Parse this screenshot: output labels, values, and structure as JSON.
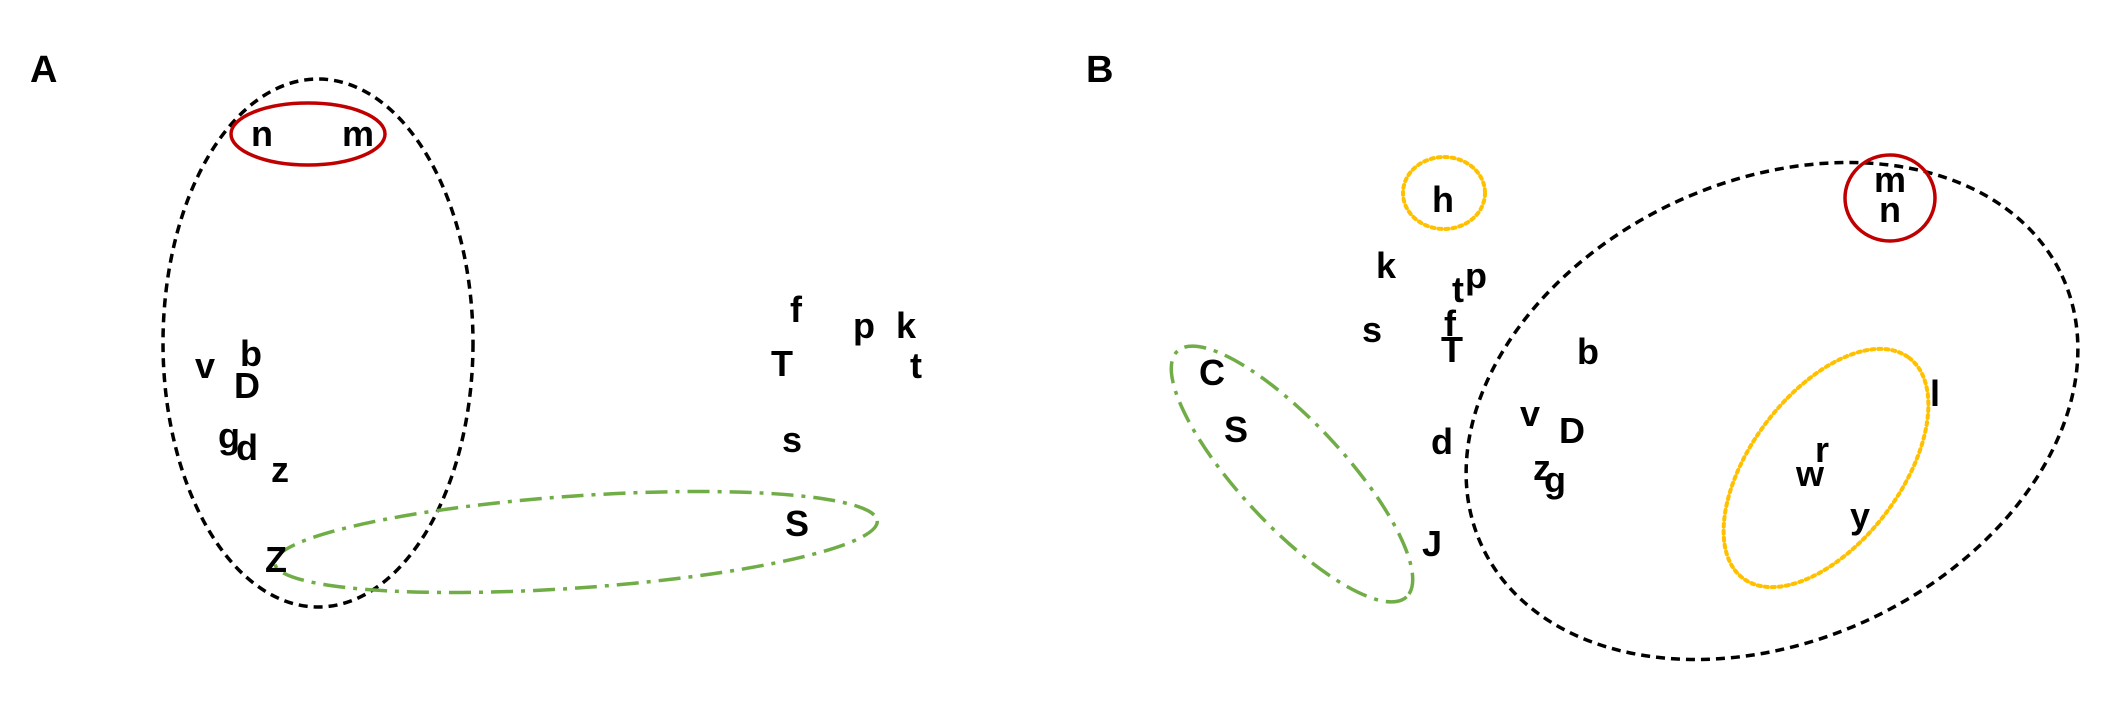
{
  "panels": [
    {
      "label": "A",
      "symbols": [
        {
          "key": "a-n",
          "text": "n"
        },
        {
          "key": "a-m",
          "text": "m"
        },
        {
          "key": "a-v",
          "text": "v"
        },
        {
          "key": "a-b",
          "text": "b"
        },
        {
          "key": "a-D",
          "text": "D"
        },
        {
          "key": "a-g",
          "text": "g"
        },
        {
          "key": "a-d",
          "text": "d"
        },
        {
          "key": "a-z",
          "text": "z"
        },
        {
          "key": "a-Z",
          "text": "Z"
        },
        {
          "key": "a-f",
          "text": "f"
        },
        {
          "key": "a-p",
          "text": "p"
        },
        {
          "key": "a-k",
          "text": "k"
        },
        {
          "key": "a-T",
          "text": "T"
        },
        {
          "key": "a-t",
          "text": "t"
        },
        {
          "key": "a-s",
          "text": "s"
        },
        {
          "key": "a-S",
          "text": "S"
        }
      ],
      "clusters": [
        {
          "key": "a-black",
          "color": "#000000",
          "line": "dashed"
        },
        {
          "key": "a-red",
          "color": "#c00000",
          "line": "solid"
        },
        {
          "key": "a-green",
          "color": "#70ad47",
          "line": "dash-dot"
        }
      ]
    },
    {
      "label": "B",
      "symbols": [
        {
          "key": "b-h",
          "text": "h"
        },
        {
          "key": "b-k",
          "text": "k"
        },
        {
          "key": "b-t",
          "text": "t"
        },
        {
          "key": "b-p",
          "text": "p"
        },
        {
          "key": "b-s",
          "text": "s"
        },
        {
          "key": "b-f",
          "text": "f"
        },
        {
          "key": "b-T",
          "text": "T"
        },
        {
          "key": "b-b",
          "text": "b"
        },
        {
          "key": "b-m",
          "text": "m"
        },
        {
          "key": "b-n",
          "text": "n"
        },
        {
          "key": "b-C",
          "text": "C"
        },
        {
          "key": "b-S",
          "text": "S"
        },
        {
          "key": "b-d",
          "text": "d"
        },
        {
          "key": "b-v",
          "text": "v"
        },
        {
          "key": "b-D",
          "text": "D"
        },
        {
          "key": "b-z",
          "text": "z"
        },
        {
          "key": "b-g",
          "text": "g"
        },
        {
          "key": "b-J",
          "text": "J"
        },
        {
          "key": "b-l",
          "text": "l"
        },
        {
          "key": "b-r",
          "text": "r"
        },
        {
          "key": "b-w",
          "text": "w"
        },
        {
          "key": "b-y",
          "text": "y"
        }
      ],
      "clusters": [
        {
          "key": "b-black",
          "color": "#000000",
          "line": "dashed"
        },
        {
          "key": "b-red",
          "color": "#c00000",
          "line": "solid"
        },
        {
          "key": "b-green",
          "color": "#70ad47",
          "line": "dash-dot"
        },
        {
          "key": "b-yellow-h",
          "color": "#ffc000",
          "line": "dotted"
        },
        {
          "key": "b-yellow-lrwy",
          "color": "#ffc000",
          "line": "dotted"
        }
      ]
    }
  ]
}
